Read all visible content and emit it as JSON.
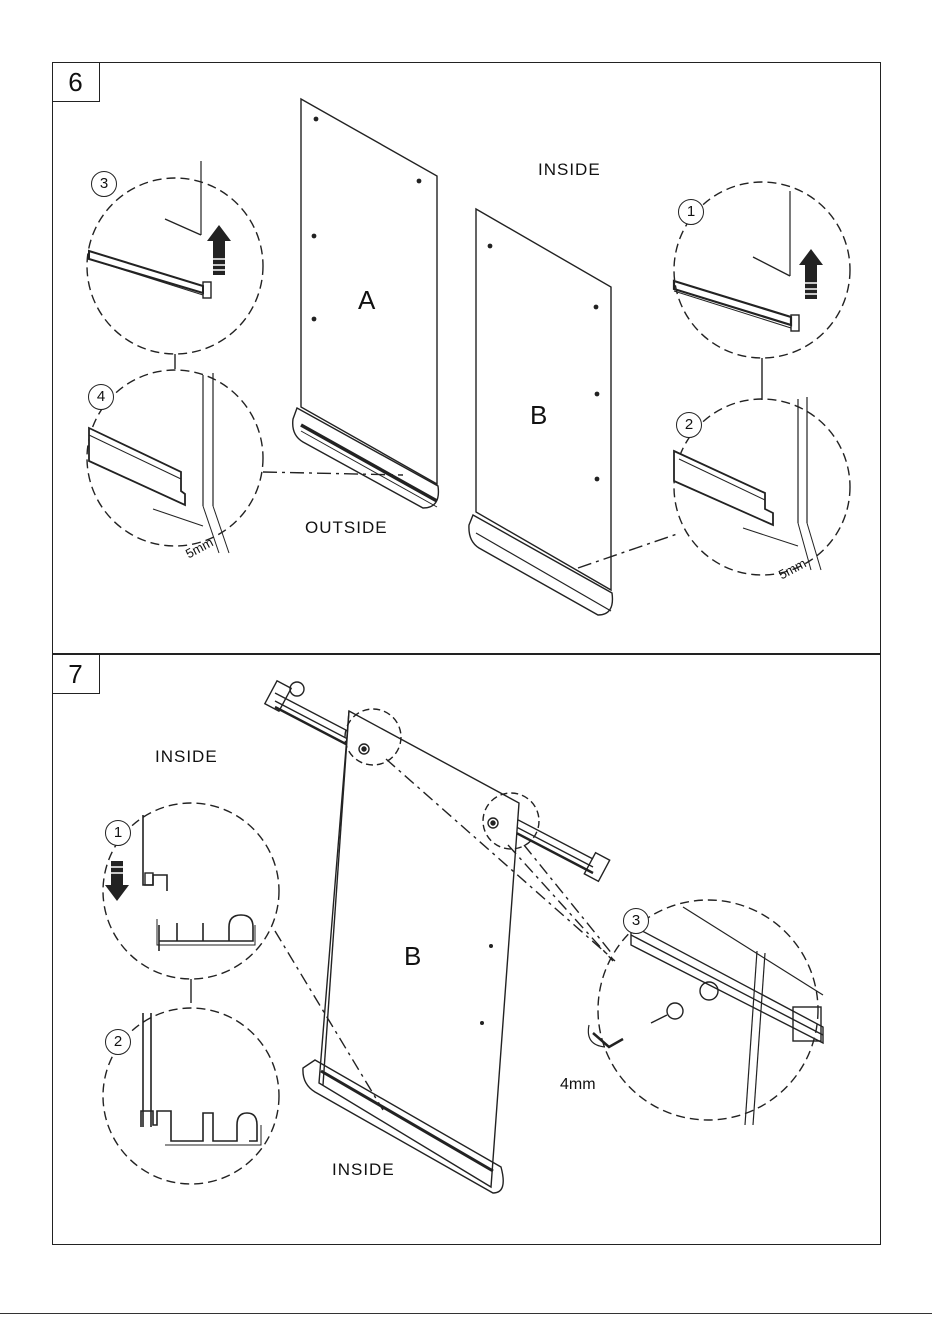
{
  "steps": [
    {
      "number": "6",
      "labels": {
        "inside": "INSIDE",
        "outside": "OUTSIDE"
      },
      "panels": {
        "a": "A",
        "b": "B"
      },
      "details": [
        "1",
        "2",
        "3",
        "4"
      ],
      "dimensions": {
        "gap_left": "5mm",
        "gap_right": "5mm"
      }
    },
    {
      "number": "7",
      "labels": {
        "inside_top": "INSIDE",
        "inside_bottom": "INSIDE"
      },
      "panels": {
        "b": "B"
      },
      "details": [
        "1",
        "2",
        "3"
      ],
      "tool": "4mm"
    }
  ]
}
